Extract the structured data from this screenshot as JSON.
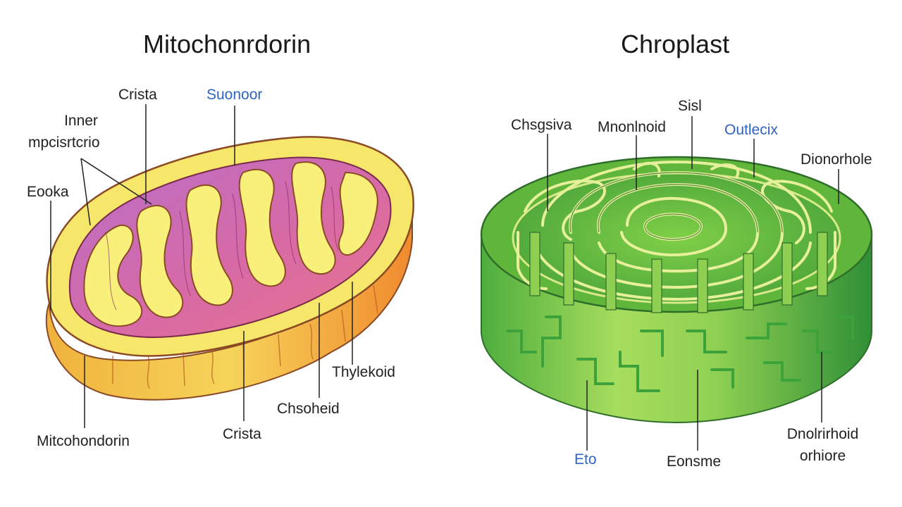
{
  "mitochondrion": {
    "title": "Mitochonrdorin",
    "labels": {
      "crista_top": "Crista",
      "suonoor": "Suonoor",
      "inner_line1": "Inner",
      "inner_line2": "mpcisrtcrio",
      "eooka": "Eooka",
      "thylekoid": "Thylekoid",
      "chsoheid": "Chsoheid",
      "crista_bottom": "Crista",
      "mitochondrin": "Mitcohondorin"
    },
    "colors": {
      "outer_orange": "#f2a03a",
      "outer_yellow": "#f6e66a",
      "fold_yellow": "#f8f07a",
      "interior_purple": "#b56cc0",
      "interior_pink": "#e06a93",
      "outline": "#7a3a2a"
    }
  },
  "chloroplast": {
    "title": "Chroplast",
    "labels": {
      "chsgsiva": "Chsgsiva",
      "mnonlnoid": "Mnonlnoid",
      "sisl": "Sisl",
      "outlecix": "Outlecix",
      "dionorhole": "Dionorhole",
      "eto": "Eto",
      "eonsme": "Eonsme",
      "dnolrirhoid_line1": "Dnolrirhoid",
      "dnolrirhoid_line2": "orhiore"
    },
    "colors": {
      "wall_dark": "#3f9a3a",
      "wall_light": "#a9df5c",
      "top_face": "#62b93c",
      "inner_floor": "#7fcc45",
      "membrane": "#d8e98a",
      "outline": "#2f6e2a"
    }
  }
}
